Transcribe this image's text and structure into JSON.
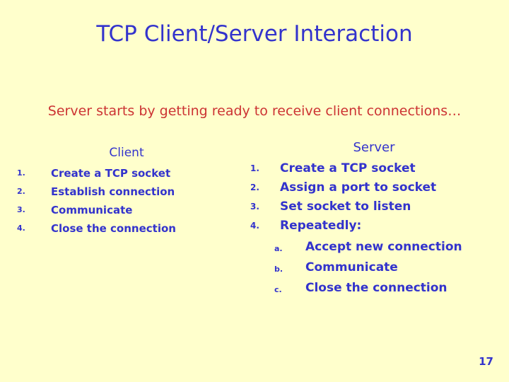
{
  "slide": {
    "title": "TCP Client/Server Interaction",
    "subtitle": "Server starts by getting ready to receive client connections…",
    "page_number": "17",
    "colors": {
      "background": "#ffffcc",
      "title": "#3333cc",
      "subtitle": "#cc3333",
      "body_text": "#3333cc"
    },
    "client": {
      "heading": "Client",
      "steps": [
        {
          "num": "1.",
          "text": "Create a TCP socket"
        },
        {
          "num": "2.",
          "text": "Establish connection"
        },
        {
          "num": "3.",
          "text": "Communicate"
        },
        {
          "num": "4.",
          "text": "Close the connection"
        }
      ]
    },
    "server": {
      "heading": "Server",
      "steps": [
        {
          "num": "1.",
          "text": "Create a TCP socket"
        },
        {
          "num": "2.",
          "text": "Assign a port to socket"
        },
        {
          "num": "3.",
          "text": "Set socket to listen"
        },
        {
          "num": "4.",
          "text": "Repeatedly:"
        }
      ],
      "substeps": [
        {
          "num": "a.",
          "text": "Accept new connection"
        },
        {
          "num": "b.",
          "text": "Communicate"
        },
        {
          "num": "c.",
          "text": "Close the connection"
        }
      ]
    }
  }
}
